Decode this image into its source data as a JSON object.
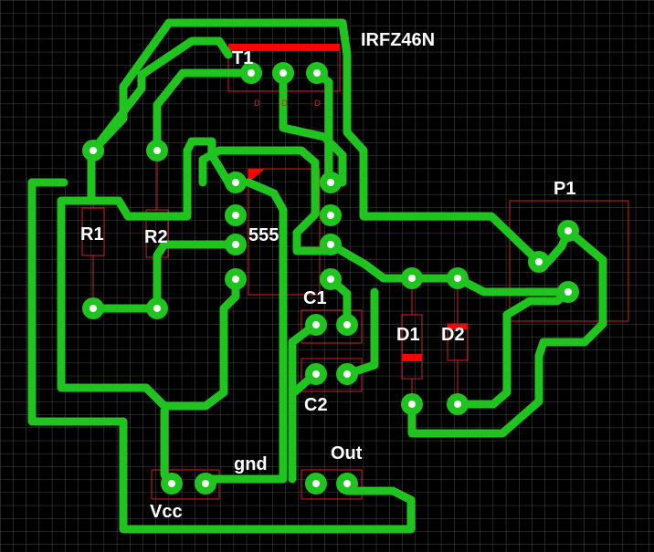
{
  "colors": {
    "background": "#000000",
    "grid": "#4a4a4a",
    "trace": "#1fc41f",
    "pad_ring": "#1fc41f",
    "pad_hole": "#ffffff",
    "silkscreen": "#d41f1f",
    "marker": "#ff0000",
    "label": "#ffffff"
  },
  "labels": {
    "t1_part": "IRFZ46N",
    "t1": "T1",
    "r1": "R1",
    "r2": "R2",
    "ic": "555",
    "c1": "C1",
    "c2": "C2",
    "d1": "D1",
    "d2": "D2",
    "p1": "P1",
    "gnd": "gnd",
    "out": "Out",
    "vcc": "Vcc"
  },
  "t1_pin_marks": [
    "D",
    "D",
    "D"
  ]
}
